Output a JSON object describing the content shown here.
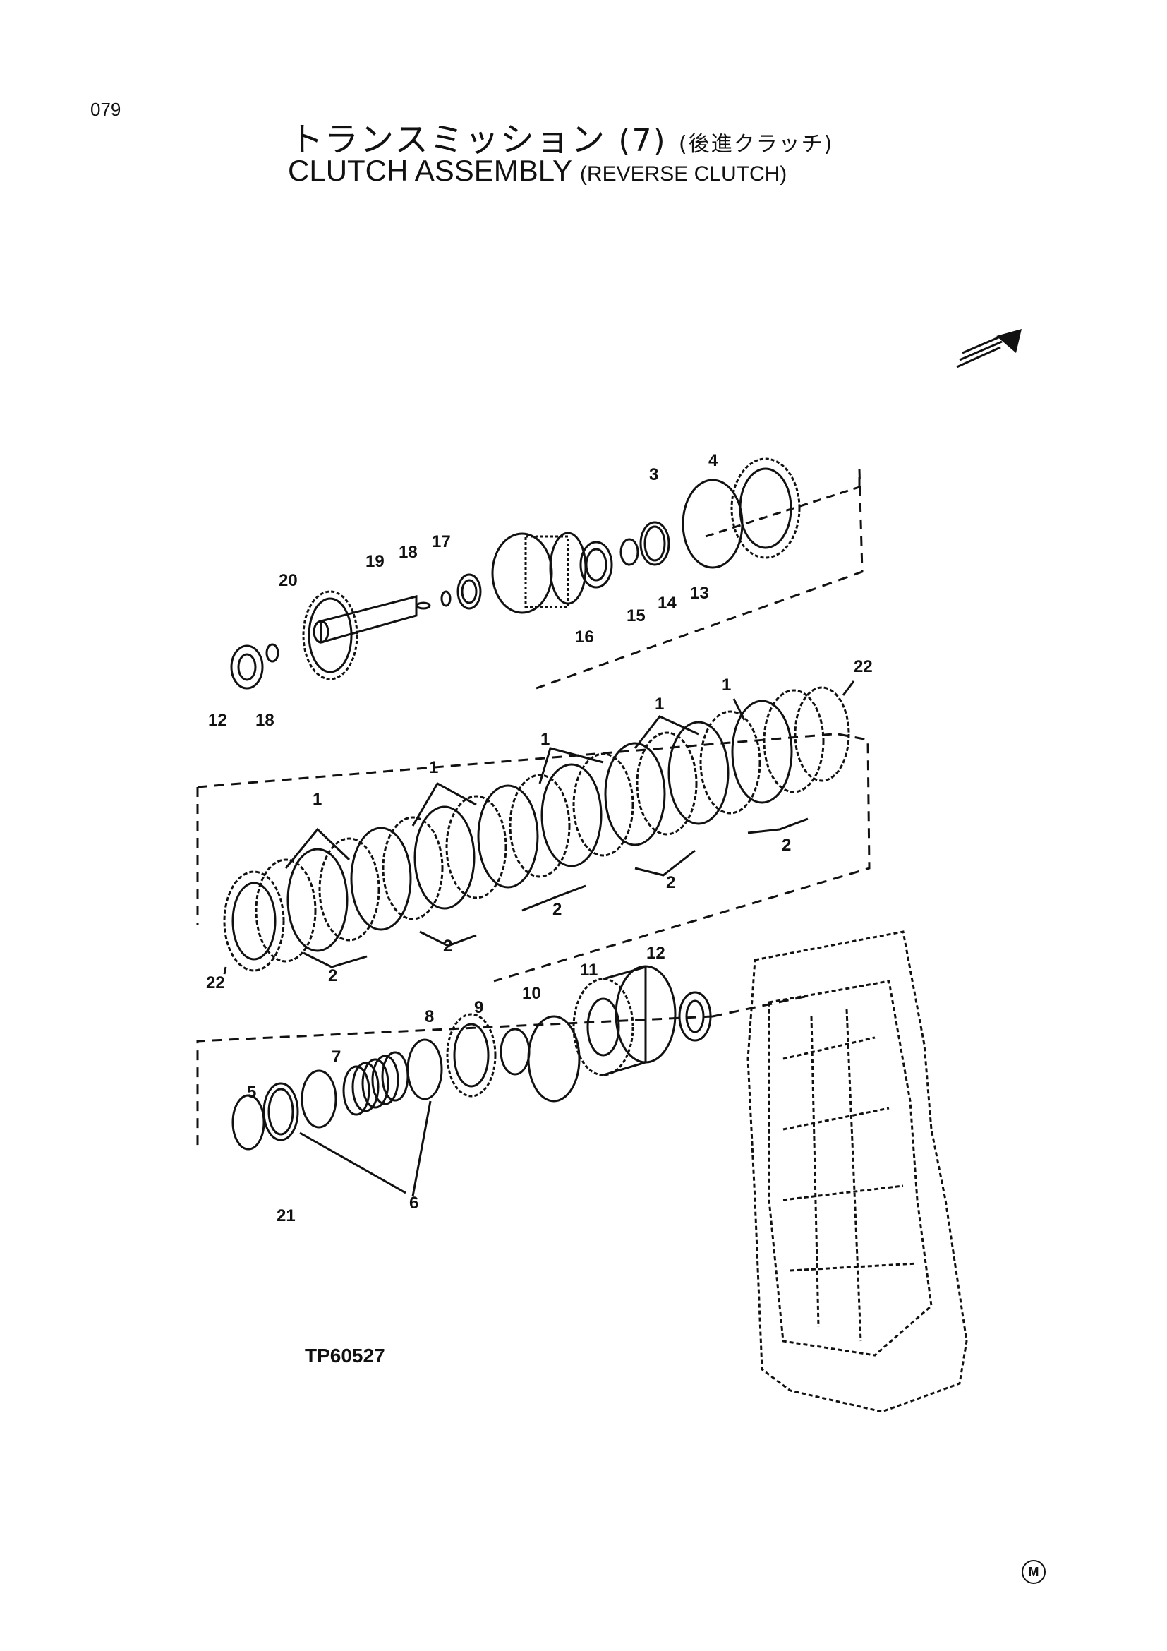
{
  "page_number": "079",
  "title_jp": {
    "main": "トランスミッション",
    "num": "(7)",
    "sub": "(後進クラッチ)"
  },
  "title_en": {
    "main": "CLUTCH ASSEMBLY",
    "sub": "(REVERSE CLUTCH)"
  },
  "figure_code": "TP60527",
  "mark": "M",
  "callouts": [
    "1",
    "2",
    "3",
    "4",
    "5",
    "6",
    "7",
    "8",
    "9",
    "10",
    "11",
    "12",
    "13",
    "14",
    "15",
    "16",
    "17",
    "18",
    "19",
    "20",
    "21",
    "22"
  ],
  "icons": {
    "direction": "arrow-icon"
  }
}
